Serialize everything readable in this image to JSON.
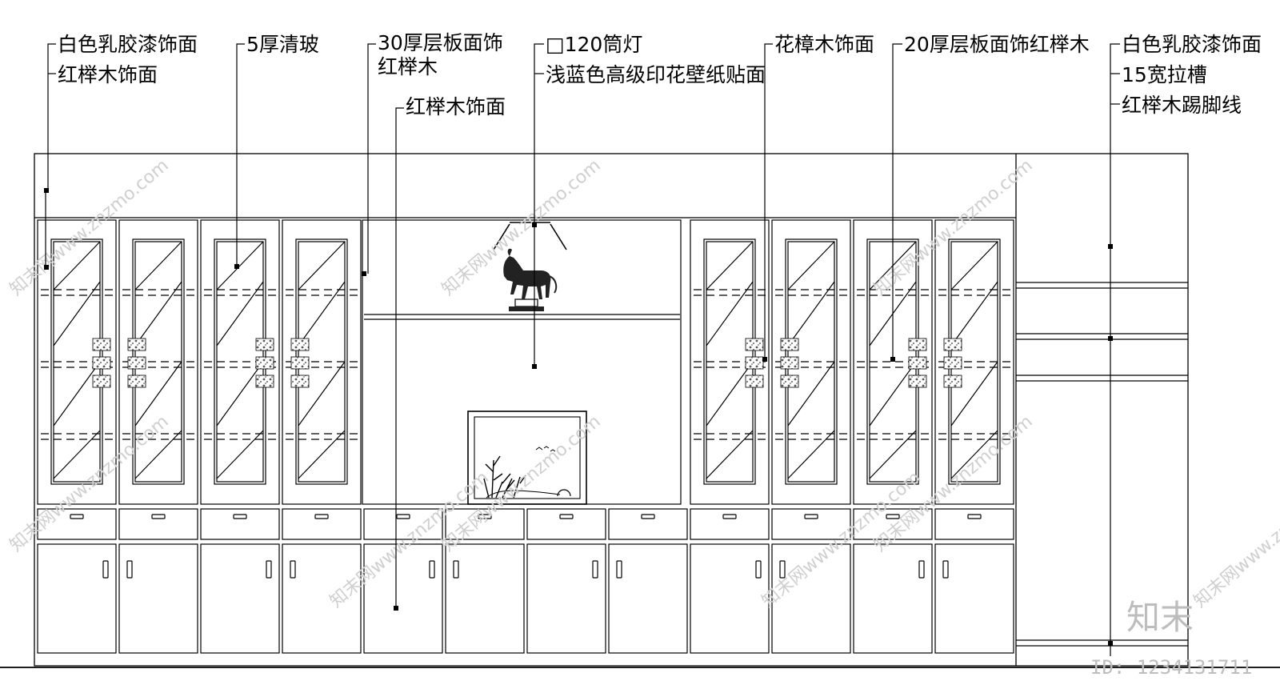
{
  "labels": {
    "white_latex_1": "白色乳胶漆饰面",
    "red_beech_1": "红榉木饰面",
    "clear_glass": "5厚清玻",
    "shelf_30_line1": "30厚层板面饰",
    "shelf_30_line2": "红榉木",
    "red_beech_2": "红榉木饰面",
    "downlight": "□120筒灯",
    "wallpaper": "浅蓝色高级印花壁纸贴面",
    "camphor": "花樟木饰面",
    "shelf_20": "20厚层板面饰红榉木",
    "white_latex_2": "白色乳胶漆饰面",
    "groove": "15宽拉槽",
    "skirting": "红榉木踢脚线"
  },
  "watermark": {
    "text": "知末网www.znzmo.com",
    "logo": "知末",
    "id": "ID: 1234131711"
  }
}
